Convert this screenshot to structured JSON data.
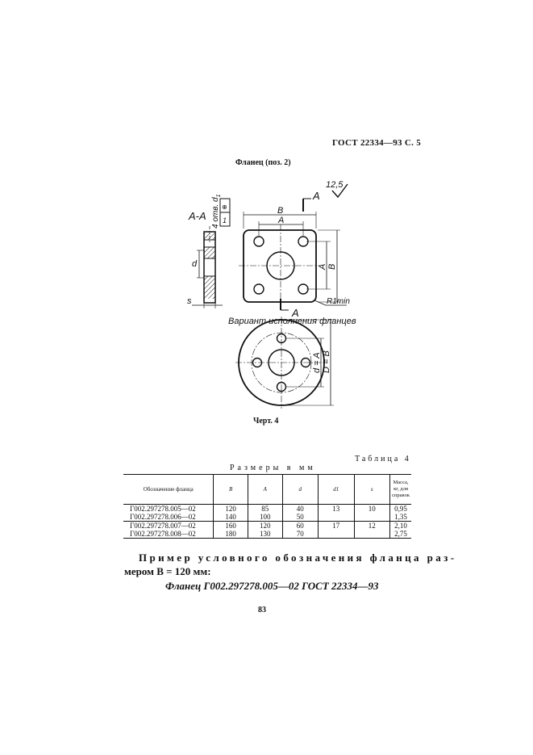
{
  "header": {
    "standard_ref": "ГОСТ 22334—93 С. 5"
  },
  "drawing": {
    "caption": "Фланец (поз. 2)",
    "section_label": "А-А",
    "section_arrow_label": "А",
    "roughness": "12,5",
    "dim_B": "B",
    "dim_A": "A",
    "dim_d": "d",
    "dim_s": "s",
    "dim_B_vert": "B",
    "dim_A_vert": "A",
    "hole_note": "4 отв. d",
    "hole_note_sub": "1",
    "tolerance_symbol": "⊕",
    "tolerance_value": "1",
    "radius_note": "R1min",
    "variant_label": "Вариант исполнения фланцев",
    "round_dim_d": "d = A",
    "round_dim_D": "D = B",
    "figure_label": "Черт. 4"
  },
  "table": {
    "number": "Таблица 4",
    "units": "Размеры в мм",
    "headers": {
      "designation": "Обозначение фланца",
      "B": "B",
      "A": "A",
      "d": "d",
      "d1": "d1",
      "s": "s",
      "mass": "Масса, кг, для справок"
    },
    "rows": [
      {
        "designation": "Г002.297278.005—02",
        "B": "120",
        "A": "85",
        "d": "40",
        "d1": "13",
        "s": "10",
        "mass": "0,95"
      },
      {
        "designation": "Г002.297278.006—02",
        "B": "140",
        "A": "100",
        "d": "50",
        "d1": "",
        "s": "",
        "mass": "1,35"
      },
      {
        "designation": "Г002.297278.007—02",
        "B": "160",
        "A": "120",
        "d": "60",
        "d1": "17",
        "s": "12",
        "mass": "2,10"
      },
      {
        "designation": "Г002.297278.008—02",
        "B": "180",
        "A": "130",
        "d": "70",
        "d1": "",
        "s": "",
        "mass": "2,75"
      }
    ]
  },
  "example": {
    "line1": "Пример условного обозначения фланца раз-",
    "line2": "мером B = 120 мм:",
    "designation": "Фланец Г002.297278.005—02 ГОСТ 22334—93"
  },
  "page_number": "83"
}
